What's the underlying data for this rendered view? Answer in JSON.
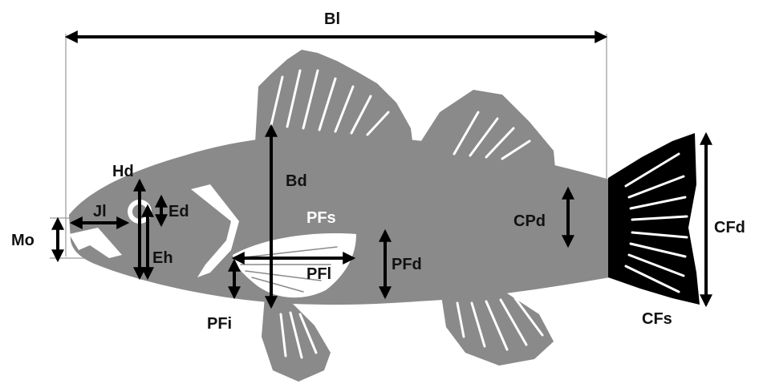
{
  "colors": {
    "body": "#8a8a8a",
    "caudal_fin": "#000000",
    "rays": "#ffffff",
    "arrows": "#000000",
    "guides": "#9a9a9a"
  },
  "labels": {
    "bl": "Bl",
    "hd": "Hd",
    "jl": "Jl",
    "ed": "Ed",
    "mo": "Mo",
    "eh": "Eh",
    "bd": "Bd",
    "pfs": "PFs",
    "pfl": "PFl",
    "pfd": "PFd",
    "pfi": "PFi",
    "cpd": "CPd",
    "cfd": "CFd",
    "cfs": "CFs"
  }
}
